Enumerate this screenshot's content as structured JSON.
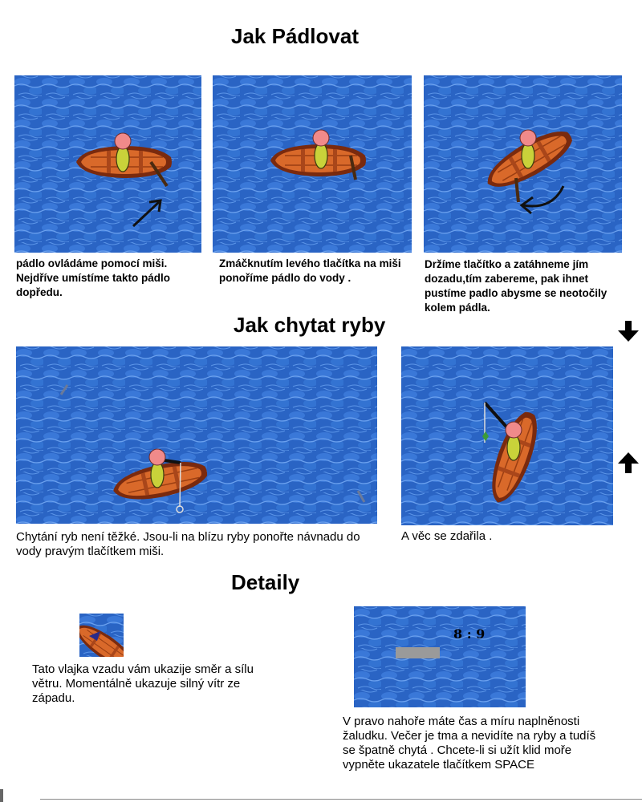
{
  "sections": {
    "paddle_title": "Jak Pádlovat",
    "fish_title": "Jak chytat ryby",
    "details_title": "Detaily"
  },
  "captions": {
    "paddle_step1": "pádlo ovládáme pomocí miši.\nNejdříve umístíme takto pádlo dopředu.",
    "paddle_step2": "Zmáčknutím levého tlačítka na miši ponoříme pádlo do vody .",
    "paddle_step3": "Držíme tlačítko a zatáhneme jím dozadu,tím zabereme, pak ihnet pustíme padlo abysme se neotočily kolem pádla.",
    "fish_step1": "Chytání ryb není těžké. Jsou-li na blízu ryby ponořte návnadu do vody pravým tlačítkem miši.",
    "fish_step2": "A věc se zdařila .",
    "detail_flag": "Tato vlajka vzadu vám ukazije směr a sílu větru. Momentálně ukazuje silný vítr ze západu.",
    "detail_hud": "V pravo nahoře máte čas a míru naplněnosti žaludku. Večer je tma a nevidíte na ryby a tudíš se špatně chytá . Chcete-li si užít klid moře vypněte ukazatele tlačítkem SPACE"
  },
  "hud": {
    "time": "8 : 9"
  },
  "icons": {
    "down": "arrow-down-icon",
    "up": "arrow-up-icon"
  },
  "colors": {
    "water": "#2a64c4",
    "boat": "#d9692a",
    "skin": "#f08a8a",
    "shirt": "#c9d23a"
  }
}
